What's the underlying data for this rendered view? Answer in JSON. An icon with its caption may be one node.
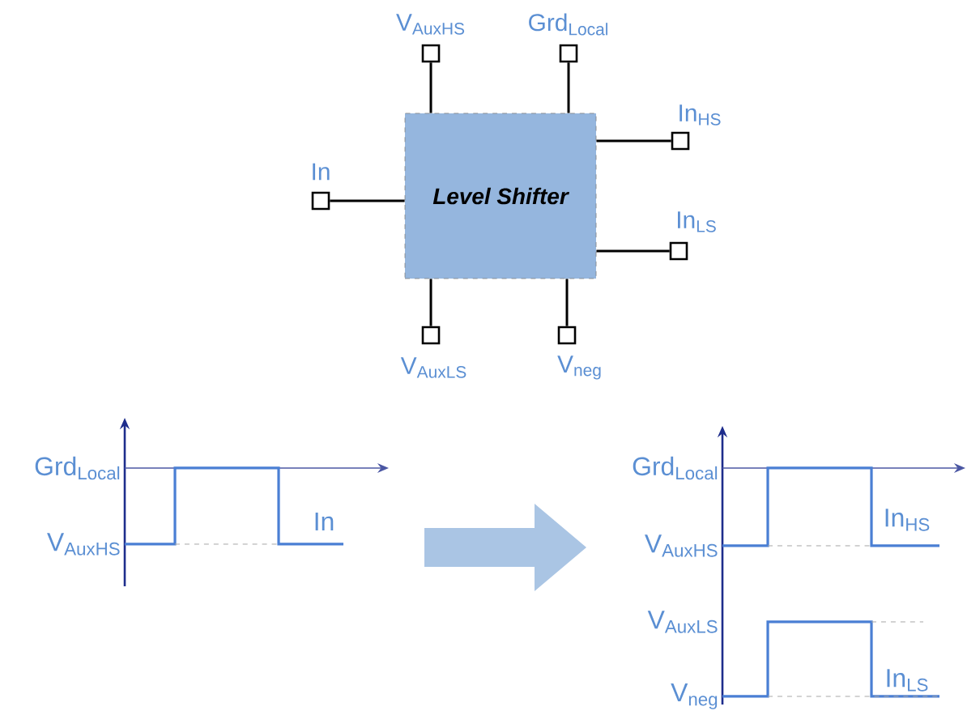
{
  "diagram": {
    "nodes": [
      {
        "text": [
          "Level Shifter"
        ]
      },
      {
        "text": [],
        "shape": "box",
        "beside": [
          "V$_{AuxHS}$"
        ]
      },
      {
        "text": [],
        "shape": "box",
        "beside": [
          "Grd$_{Local}$"
        ]
      },
      {
        "text": [],
        "shape": "box",
        "beside": [
          "In$_{HS}$"
        ]
      },
      {
        "text": [],
        "shape": "box",
        "beside": [
          "In"
        ]
      },
      {
        "text": [],
        "shape": "box",
        "beside": [
          "In$_{LS}$"
        ]
      },
      {
        "text": [],
        "shape": "box",
        "beside": [
          "V$_{AuxLS}$"
        ]
      },
      {
        "text": [],
        "shape": "box",
        "beside": [
          "V$_{neg}$"
        ]
      }
    ],
    "edges": [
      {
        "from": 0,
        "to": 1,
        "arrow": "none"
      },
      {
        "from": 0,
        "to": 2,
        "arrow": "none"
      },
      {
        "from": 0,
        "to": 3,
        "arrow": "none"
      },
      {
        "from": 0,
        "to": 4,
        "arrow": "none"
      },
      {
        "from": 0,
        "to": 5,
        "arrow": "none"
      },
      {
        "from": 0,
        "to": 6,
        "arrow": "none"
      },
      {
        "from": 0,
        "to": 7,
        "arrow": "none"
      }
    ],
    "labels": [
      "Grd$_{Local}$",
      "V$_{AuxHS}$",
      "In",
      "Grd$_{Local}$",
      "V$_{AuxHS}$",
      "In$_{HS}$",
      "V$_{AuxLS}$",
      "V$_{neg}$",
      "In$_{LS}$"
    ]
  }
}
